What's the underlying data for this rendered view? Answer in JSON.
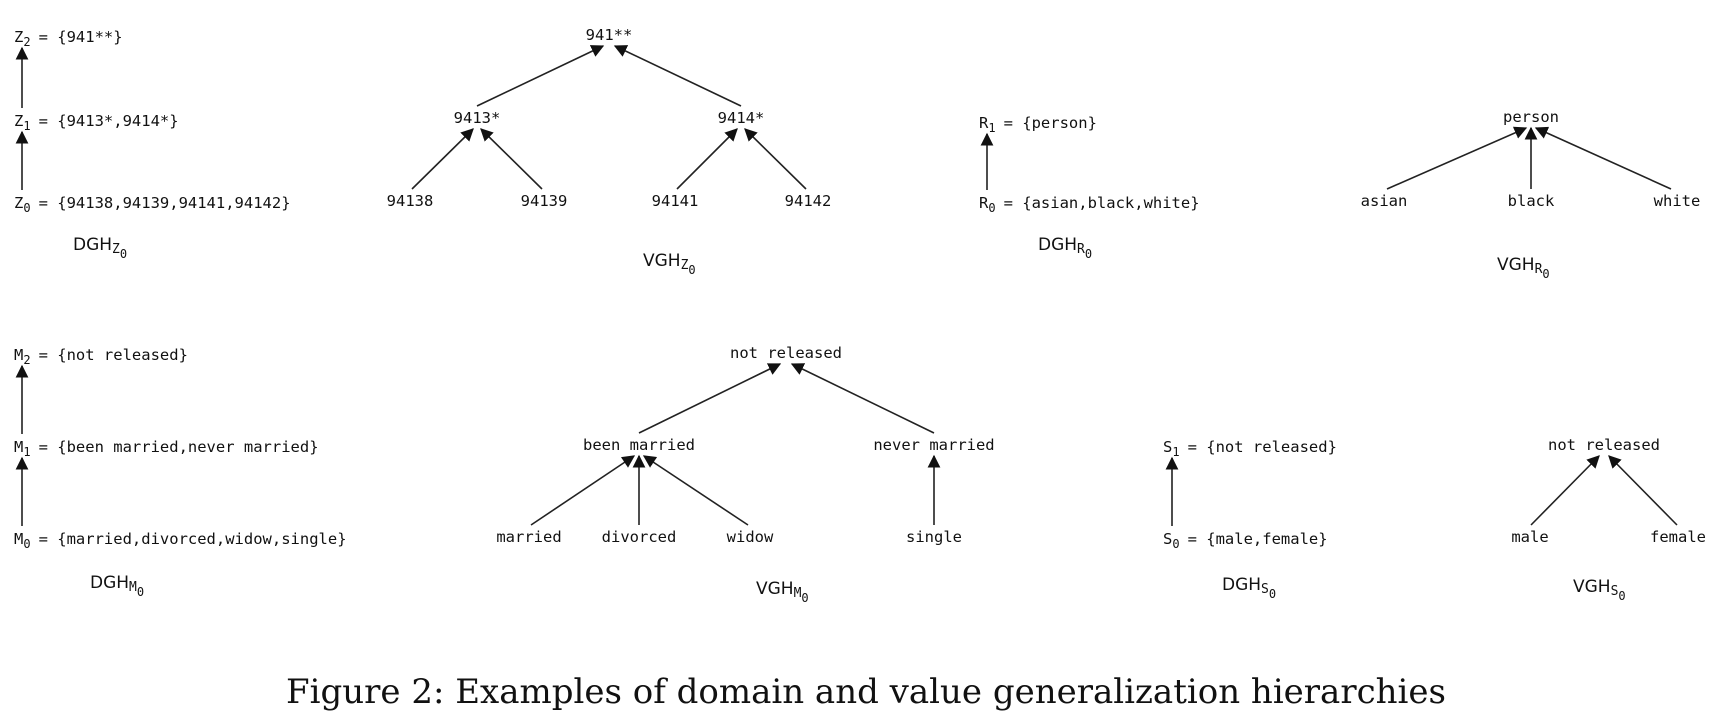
{
  "caption": "Figure 2: Examples of domain and value generalization hierarchies",
  "dgh_zip": {
    "levels": [
      {
        "sym": "Z",
        "idx": "2",
        "set": "{941**}"
      },
      {
        "sym": "Z",
        "idx": "1",
        "set": "{9413*,9414*}"
      },
      {
        "sym": "Z",
        "idx": "0",
        "set": "{94138,94139,94141,94142}"
      }
    ],
    "label": "DGH",
    "label_sub": "Z0"
  },
  "vgh_zip": {
    "root": "941**",
    "mid": [
      "9413*",
      "9414*"
    ],
    "leaves": [
      "94138",
      "94139",
      "94141",
      "94142"
    ],
    "label": "VGH",
    "label_sub": "Z0"
  },
  "dgh_race": {
    "levels": [
      {
        "sym": "R",
        "idx": "1",
        "set": "{person}"
      },
      {
        "sym": "R",
        "idx": "0",
        "set": "{asian,black,white}"
      }
    ],
    "label": "DGH",
    "label_sub": "R0"
  },
  "vgh_race": {
    "root": "person",
    "leaves": [
      "asian",
      "black",
      "white"
    ],
    "label": "VGH",
    "label_sub": "R0"
  },
  "dgh_marital": {
    "levels": [
      {
        "sym": "M",
        "idx": "2",
        "set": "{not released}"
      },
      {
        "sym": "M",
        "idx": "1",
        "set": "{been married,never married}"
      },
      {
        "sym": "M",
        "idx": "0",
        "set": "{married,divorced,widow,single}"
      }
    ],
    "label": "DGH",
    "label_sub": "M0"
  },
  "vgh_marital": {
    "root": "not released",
    "mid": [
      "been married",
      "never married"
    ],
    "leaves": [
      "married",
      "divorced",
      "widow",
      "single"
    ],
    "label": "VGH",
    "label_sub": "M0"
  },
  "dgh_sex": {
    "levels": [
      {
        "sym": "S",
        "idx": "1",
        "set": "{not released}"
      },
      {
        "sym": "S",
        "idx": "0",
        "set": "{male,female}"
      }
    ],
    "label": "DGH",
    "label_sub": "S0"
  },
  "vgh_sex": {
    "root": "not released",
    "leaves": [
      "male",
      "female"
    ],
    "label": "VGH",
    "label_sub": "S0"
  }
}
